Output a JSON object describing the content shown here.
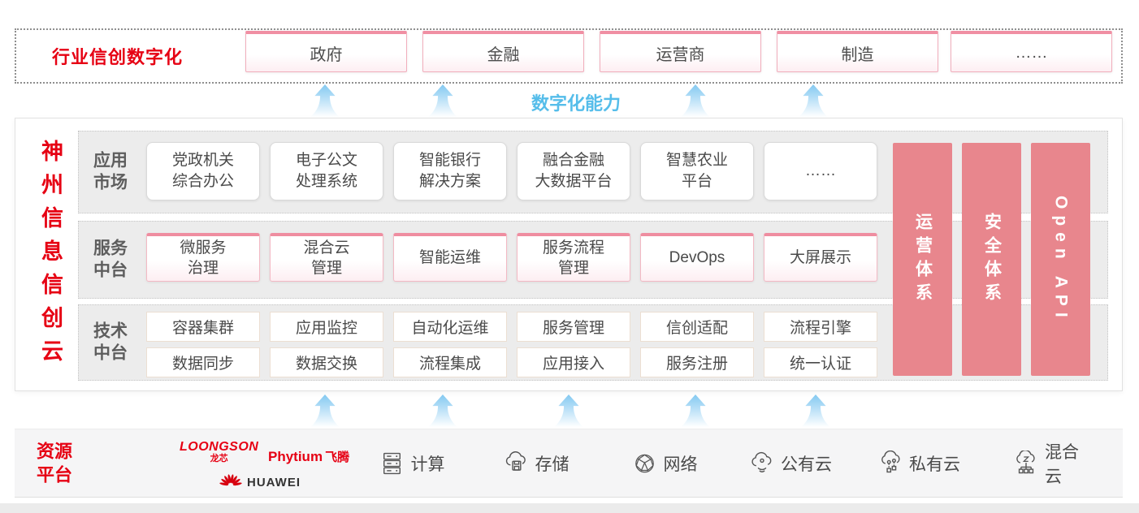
{
  "top": {
    "title": "行业信创数字化",
    "industries": [
      "政府",
      "金融",
      "运营商",
      "制造",
      "……"
    ]
  },
  "capability_label": "数字化能力",
  "platform": {
    "vertical_title": "神州信息信创云",
    "app_market": {
      "label": "应用\n市场",
      "items": [
        "党政机关\n综合办公",
        "电子公文\n处理系统",
        "智能银行\n解决方案",
        "融合金融\n大数据平台",
        "智慧农业\n平台",
        "……"
      ]
    },
    "service_middle": {
      "label": "服务\n中台",
      "items": [
        "微服务\n治理",
        "混合云\n管理",
        "智能运维",
        "服务流程\n管理",
        "DevOps",
        "大屏展示"
      ]
    },
    "tech_middle": {
      "label": "技术\n中台",
      "row1": [
        "容器集群",
        "应用监控",
        "自动化运维",
        "服务管理",
        "信创适配",
        "流程引擎"
      ],
      "row2": [
        "数据同步",
        "数据交换",
        "流程集成",
        "应用接入",
        "服务注册",
        "统一认证"
      ]
    },
    "pillars": [
      "运营体系",
      "安全体系",
      "Open API"
    ]
  },
  "resources": {
    "label": "资源\n平台",
    "vendors": {
      "loongson": {
        "brand": "LOONGSON",
        "cn": "龙芯"
      },
      "phytium": {
        "brand": "Phytium",
        "cn": "飞腾"
      },
      "huawei": {
        "brand": "HUAWEI"
      }
    },
    "items": [
      {
        "icon": "compute-icon",
        "label": "计算"
      },
      {
        "icon": "storage-icon",
        "label": "存储"
      },
      {
        "icon": "network-icon",
        "label": "网络"
      },
      {
        "icon": "public-cloud-icon",
        "label": "公有云"
      },
      {
        "icon": "private-cloud-icon",
        "label": "私有云"
      },
      {
        "icon": "hybrid-cloud-icon",
        "label": "混合云"
      }
    ]
  },
  "colors": {
    "brand_red": "#e60013",
    "pillar_pink": "#e8868d",
    "accent_blue": "#55bdea",
    "box_pink_border": "#f3b9c4",
    "box_pink_cap": "#ef8da0"
  }
}
